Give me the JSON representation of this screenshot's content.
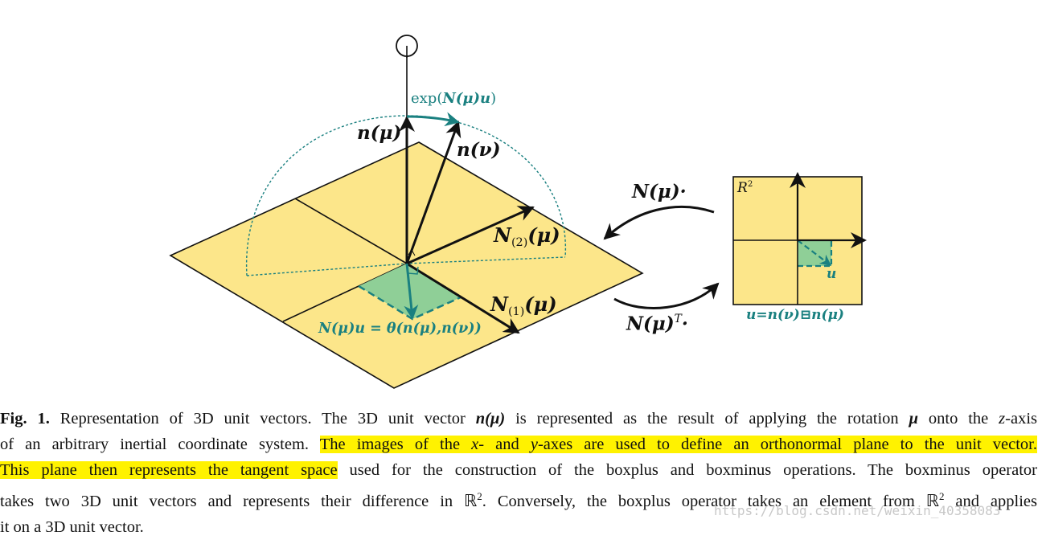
{
  "figure": {
    "colors": {
      "plane_fill": "#FCE68A",
      "tangent_patch": "#8FCF97",
      "accent_teal": "#1A8080",
      "line": "#111111"
    },
    "labels": {
      "exp_map": "exp(N(μ)u)",
      "exp_prefix": "exp(",
      "exp_N": "N",
      "exp_mu": "(μ)",
      "exp_u": "u",
      "exp_close": ")",
      "n_mu": "n(μ)",
      "n_nu": "n(ν)",
      "N2_base": "N",
      "N2_sub": "(2)",
      "N2_arg": "(μ)",
      "N1_base": "N",
      "N1_sub": "(1)",
      "N1_arg": "(μ)",
      "theta_eq": "N(μ)u = θ(n(μ),n(ν))",
      "forward_map": "N(μ)·",
      "backward_map_base": "N(μ)",
      "backward_map_sup": "T",
      "backward_map_dot": "·",
      "r2_base": "R",
      "r2_sup": "2",
      "u_label": "u",
      "boxminus_eq": "u=n(ν)⊟n(μ)"
    },
    "icons": {
      "z_axis_end": "circle-icon"
    }
  },
  "caption": {
    "fig_label": "Fig. 1.",
    "line1_a": " Representation of 3D unit vectors. The 3D unit vector ",
    "line1_nmu": "n(μ)",
    "line1_b": " is represented as the result of applying the rotation ",
    "line1_mu": "μ",
    "line1_c": " onto the ",
    "line1_z": "z",
    "line1_d": "-axis",
    "line2_a": "of an arbitrary inertial coordinate system. ",
    "line2_hl_a": "The images of the ",
    "line2_x": "x",
    "line2_hl_b": "- and ",
    "line2_y": "y",
    "line2_hl_c": "-axes are used to define an orthonormal plane to the unit vector.",
    "line3_hl": "This plane then represents the tangent space",
    "line3_b": " used for the construction of the boxplus and boxminus operations. The boxminus operator",
    "line4_a": "takes two 3D unit vectors and represents their difference in ℝ",
    "line4_sup1": "2",
    "line4_b": ". Conversely, the boxplus operator takes an element from ℝ",
    "line4_sup2": "2",
    "line4_c": " and applies",
    "line5": "it on a 3D unit vector."
  },
  "watermark": "https://blog.csdn.net/weixin_40358083"
}
